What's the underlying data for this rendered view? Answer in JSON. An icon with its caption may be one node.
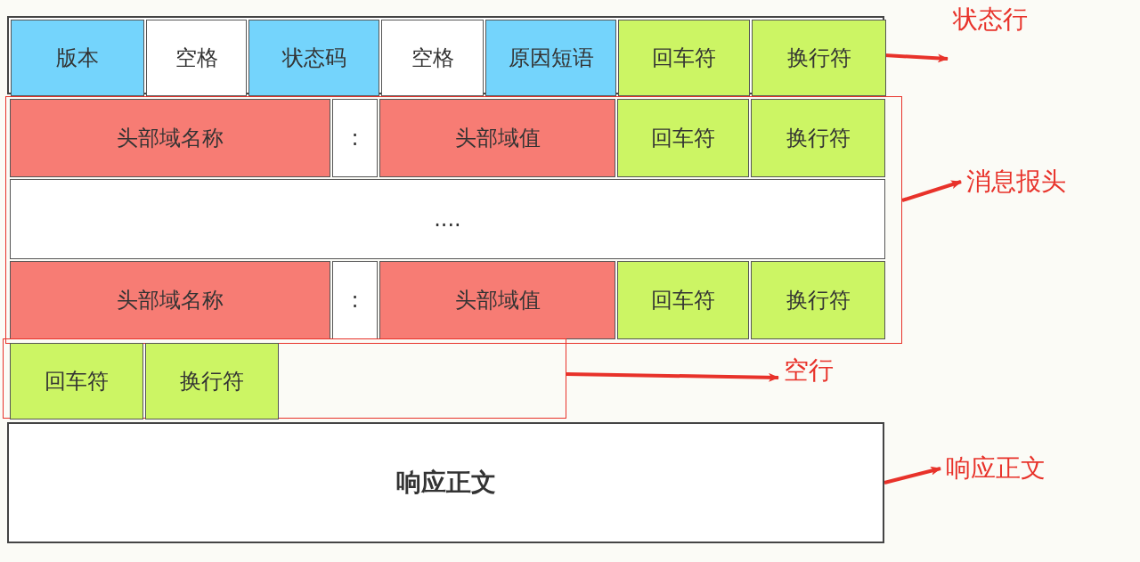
{
  "diagram": {
    "nodes": [
      {
        "text": [],
        "shape": "box"
      },
      {
        "text": [
          "版本"
        ],
        "in": 0
      },
      {
        "text": [
          "空格"
        ],
        "in": 0
      },
      {
        "text": [
          "状态码"
        ],
        "in": 0
      },
      {
        "text": [
          "空格"
        ],
        "in": 0
      },
      {
        "text": [
          "原因短语"
        ],
        "in": 0
      },
      {
        "text": [
          "回车符"
        ],
        "in": 0
      },
      {
        "text": [
          "换行符"
        ],
        "in": 0
      },
      {
        "text": [],
        "shape": "box"
      },
      {
        "text": [
          "头部域名称"
        ],
        "in": 8
      },
      {
        "text": [
          ":"
        ],
        "in": 8
      },
      {
        "text": [
          "头部域值"
        ],
        "in": 8
      },
      {
        "text": [
          "回车符"
        ],
        "in": 8
      },
      {
        "text": [
          "换行符"
        ],
        "in": 8
      },
      {
        "text": [
          "...."
        ],
        "in": 8
      },
      {
        "text": [
          "头部域名称"
        ],
        "in": 8
      },
      {
        "text": [
          ":"
        ],
        "in": 8
      },
      {
        "text": [
          "头部域值"
        ],
        "in": 8
      },
      {
        "text": [
          "回车符"
        ],
        "in": 8
      },
      {
        "text": [
          "换行符"
        ],
        "in": 8
      },
      {
        "text": [],
        "shape": "box"
      },
      {
        "text": [
          "回车符"
        ],
        "in": 20
      },
      {
        "text": [
          "换行符"
        ],
        "in": 20
      },
      {
        "text": [
          "响应正文"
        ]
      },
      {
        "text": [
          "状态行"
        ]
      },
      {
        "text": [
          "消息报头"
        ]
      },
      {
        "text": [
          "空行"
        ]
      },
      {
        "text": [
          "响应正文"
        ]
      }
    ],
    "edges": [
      {
        "from": 0,
        "to": 24,
        "arrow": "to"
      },
      {
        "from": 8,
        "to": 25,
        "arrow": "to"
      },
      {
        "from": 20,
        "to": 26,
        "arrow": "to"
      },
      {
        "from": 23,
        "to": 27,
        "arrow": "to"
      }
    ]
  }
}
